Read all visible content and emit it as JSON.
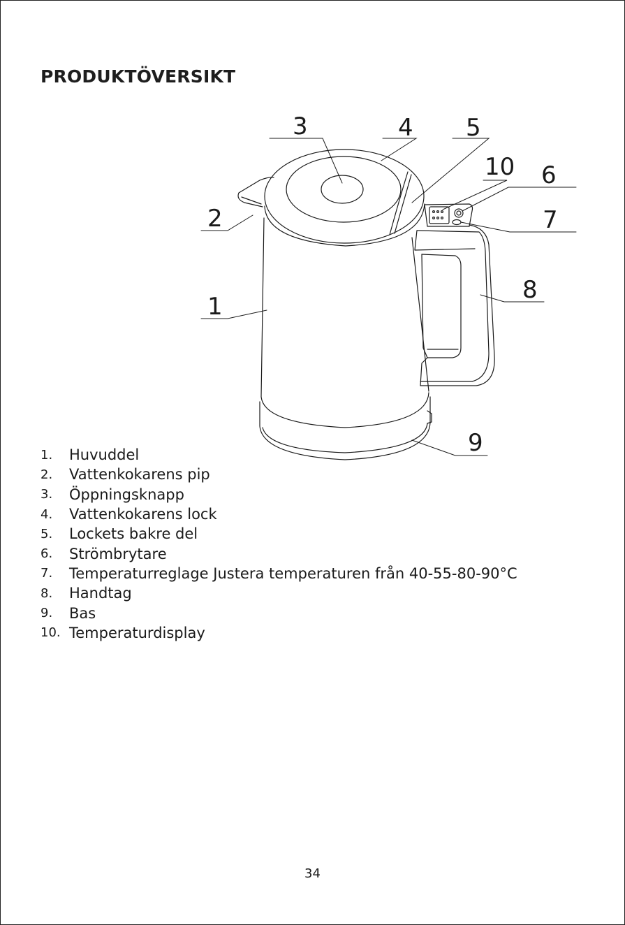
{
  "page": {
    "title": "PRODUKTÖVERSIKT",
    "page_number": "34"
  },
  "figure": {
    "callouts": {
      "c1": "1",
      "c2": "2",
      "c3": "3",
      "c4": "4",
      "c5": "5",
      "c6": "6",
      "c7": "7",
      "c8": "8",
      "c9": "9",
      "c10": "10"
    }
  },
  "parts": [
    {
      "num": "1.",
      "label": "Huvuddel"
    },
    {
      "num": "2.",
      "label": "Vattenkokarens pip"
    },
    {
      "num": "3.",
      "label": "Öppningsknapp"
    },
    {
      "num": "4.",
      "label": "Vattenkokarens lock"
    },
    {
      "num": "5.",
      "label": "Lockets bakre del"
    },
    {
      "num": "6.",
      "label": "Strömbrytare"
    },
    {
      "num": "7.",
      "label": "Temperaturreglage Justera temperaturen från 40-55-80-90°C"
    },
    {
      "num": "8.",
      "label": "Handtag"
    },
    {
      "num": "9.",
      "label": "Bas"
    },
    {
      "num": "10.",
      "label": "Temperaturdisplay"
    }
  ]
}
